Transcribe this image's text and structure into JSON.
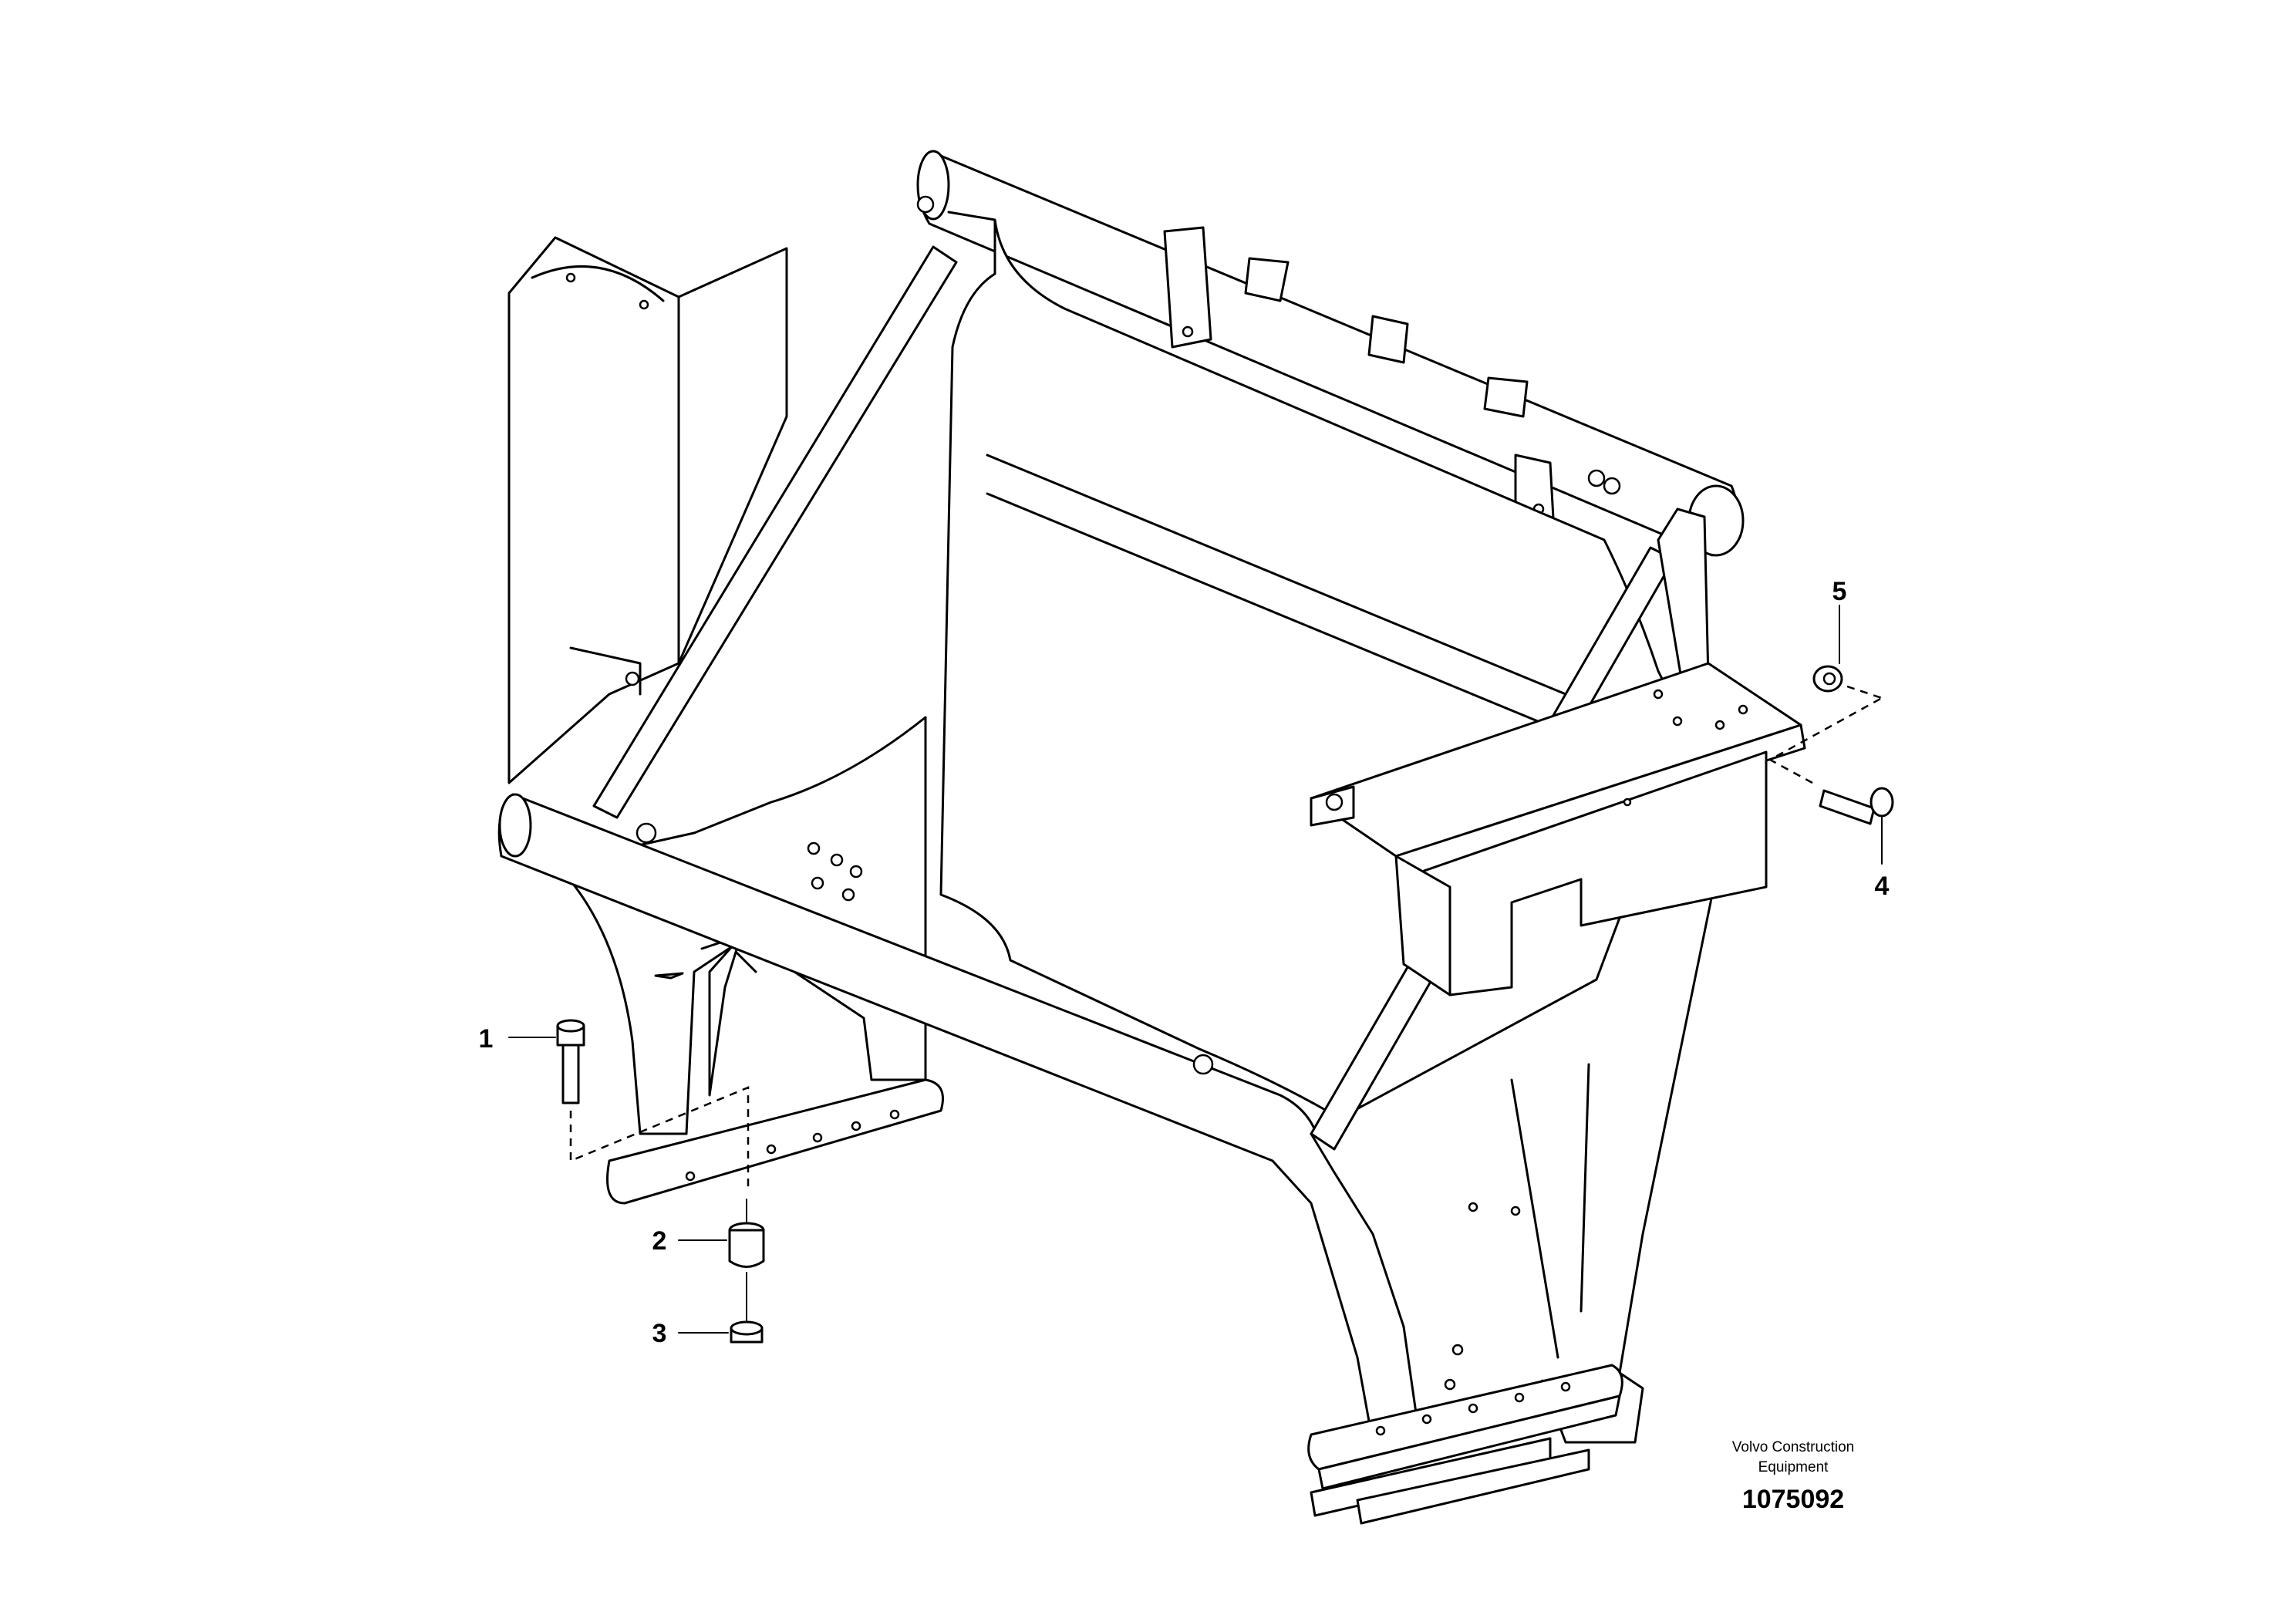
{
  "callouts": [
    {
      "id": "1",
      "label": "1"
    },
    {
      "id": "2",
      "label": "2"
    },
    {
      "id": "3",
      "label": "3"
    },
    {
      "id": "4",
      "label": "4"
    },
    {
      "id": "5",
      "label": "5"
    }
  ],
  "footer": {
    "brand_line1": "Volvo Construction",
    "brand_line2": "Equipment",
    "document_number": "1075092"
  }
}
